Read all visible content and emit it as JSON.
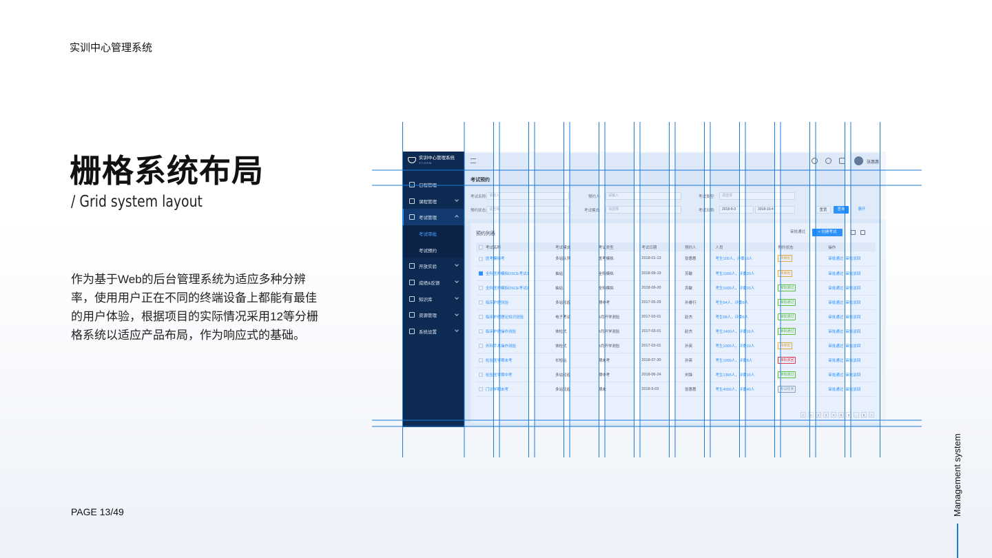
{
  "brand": "实训中心管理系统",
  "title": "栅格系统布局",
  "subtitle": "/  Grid system layout",
  "description": "作为基于Web的后台管理系统为适应多种分辨率，使用用户正在不同的终端设备上都能有最佳的用户体验，根据项目的实际情况采用12等分栅格系统以适应产品布局，作为响应式的基础。",
  "page": "PAGE 13/49",
  "vertical_label": "Management system",
  "accent_color": "#1a7ad6",
  "mock": {
    "logo_title": "实训中心管理系统",
    "logo_sub": "STORM",
    "menu": [
      {
        "label": "日程管理",
        "icon": "calendar-icon"
      },
      {
        "label": "课程管理",
        "icon": "book-icon"
      },
      {
        "label": "考试管理",
        "icon": "exam-icon"
      },
      {
        "label": "开放实验",
        "icon": "flask-icon"
      },
      {
        "label": "成绩&反馈",
        "icon": "grade-icon"
      },
      {
        "label": "知识库",
        "icon": "library-icon"
      },
      {
        "label": "资源管理",
        "icon": "resource-icon"
      },
      {
        "label": "系统设置",
        "icon": "gear-icon"
      }
    ],
    "submenu": [
      "考试审批",
      "考试预约"
    ],
    "user": "张惠惠",
    "page_title": "考试预约",
    "form": {
      "exam_name": "考试名称:",
      "booker": "预约人:",
      "exam_type": "考试类型:",
      "status": "预约状态:",
      "mode": "考试模式:",
      "date": "考试日期:",
      "ph_input": "请输入",
      "ph_select": "请选择",
      "date_from": "2018-9-3",
      "date_to": "2018-10-4",
      "reset": "重置",
      "query": "查询",
      "expand": "展开"
    },
    "list_title": "预约列表",
    "approve": "审批通过",
    "create": "+ 创建考试",
    "columns": [
      "考试名称",
      "考试模式",
      "考试类型",
      "考试日期",
      "预约人",
      "人员",
      "预约状态",
      "操作"
    ],
    "rows": [
      [
        "医考模拟考",
        "多站队列",
        "医考模拟",
        "2018-01-13",
        "张惠惠",
        "考生100人，评委10人",
        "待审批"
      ],
      [
        "全科医师模拟OSCE考试1",
        "抽站",
        "全科模拟",
        "2018-09-19",
        "苏敏",
        "考生1000人，评委20人",
        "待审批"
      ],
      [
        "全科医师模拟OSCE考试2",
        "抽站",
        "全科模拟",
        "2018-09-20",
        "苏敏",
        "考生1000人，评委20人",
        "审批通过"
      ],
      [
        "临床护理测验",
        "多站轮巡",
        "期中考",
        "2017-05-29",
        "孙睿行",
        "考生64人，评委8人",
        "审批通过"
      ],
      [
        "临床护理理论知识测验",
        "电子考试",
        "3月开学测验",
        "2017-03-01",
        "赵杰",
        "考生98人，评委6人",
        "审批通过"
      ],
      [
        "临床护理操作测验",
        "体检式",
        "3月开学测验",
        "2017-03-01",
        "赵杰",
        "考生1400人，评委10人",
        "审批通过"
      ],
      [
        "外科手术操作测验",
        "体检式",
        "3月开学测验",
        "2017-03-01",
        "孙英",
        "考生1000人，评委10人",
        "待审批"
      ],
      [
        "检验医学期末考",
        "长短站",
        "期末考",
        "2018-07-30",
        "孙英",
        "考生1000人，评委8人",
        "审批驳回"
      ],
      [
        "检验医学期中考",
        "多站轮巡",
        "期中考",
        "2018-06-24",
        "刘锋",
        "考生1365人，评委10人",
        "审批通过"
      ],
      [
        "门诊学期末考",
        "多站轮巡",
        "期末",
        "2018-5-02",
        "张惠惠",
        "考生4000人，评委40人",
        "考试结束"
      ]
    ],
    "actions": [
      "审批通过",
      "审批驳回"
    ],
    "pager": [
      "<",
      "1",
      "2",
      "3",
      "4",
      "5",
      "6",
      "...",
      "8",
      ">"
    ]
  }
}
